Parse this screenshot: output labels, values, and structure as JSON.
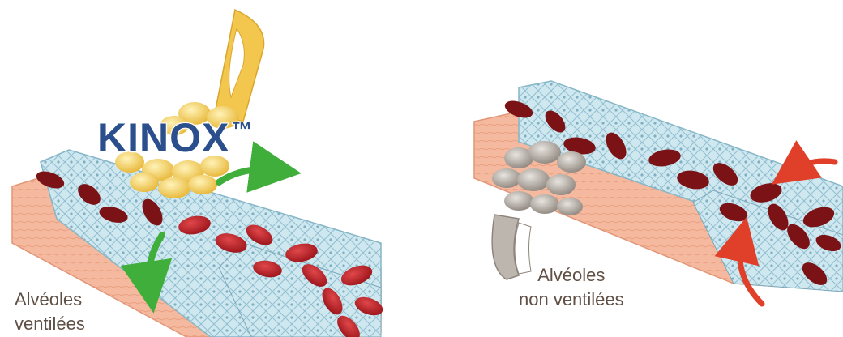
{
  "brand": {
    "name": "KINOX",
    "trademark": "™",
    "color": "#2a4f8c"
  },
  "panels": {
    "left": {
      "label_line1": "Alvéoles",
      "label_line2": "ventilées"
    },
    "right": {
      "label_line1": "Alvéoles",
      "label_line2": "non ventilées"
    }
  },
  "colors": {
    "vessel_wall": "#f2b59a",
    "vessel_inner": "#bcdbe6",
    "red_cell": "#b01e24",
    "dark_cell": "#7a1216",
    "alveole_ventilated": "#f3c74e",
    "alveole_non_ventilated": "#a9a29a",
    "arrow_green": "#3fae3a",
    "arrow_red": "#e0402a"
  },
  "icons": {
    "ventilated_alveole": "grape-cluster-yellow",
    "non_ventilated_alveole": "grape-cluster-grey"
  }
}
